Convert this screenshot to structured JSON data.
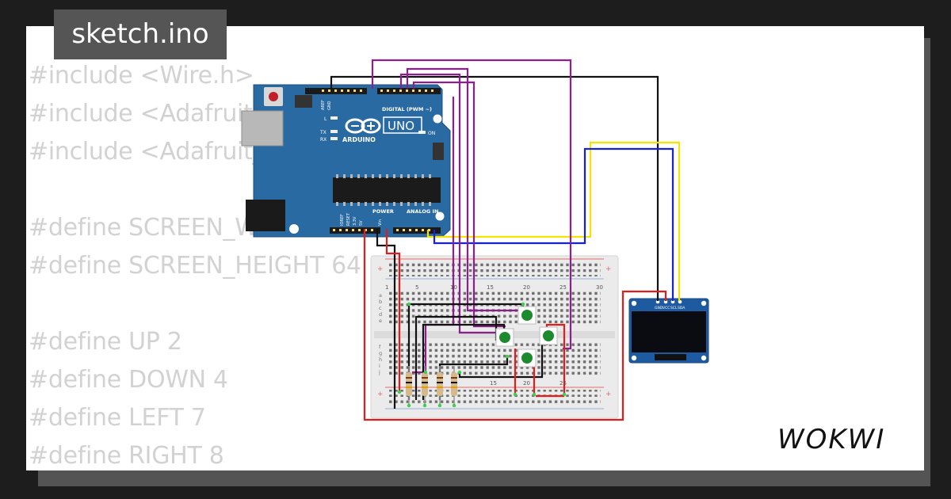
{
  "title": "sketch.ino",
  "code_lines": [
    "#include <Wire.h>",
    "#include <Adafruit_GFX.h>",
    "#include <Adafruit_SSD1306.h>",
    "",
    "#define SCREEN_WIDTH 128",
    "#define SCREEN_HEIGHT 64",
    "",
    "#define UP 2",
    "#define DOWN 4",
    "#define LEFT 7",
    "#define RIGHT 8"
  ],
  "arduino": {
    "logo_text": "ARDUINO",
    "model": "UNO",
    "digital_label": "DIGITAL (PWM ~)",
    "power_label": "POWER",
    "analog_label": "ANALOG IN",
    "tx_label": "TX",
    "rx_label": "RX",
    "l_label": "L",
    "on_label": "ON",
    "aref_label": "AREF",
    "gnd_label": "GND",
    "ioref_label": "IOREF",
    "reset_label": "RESET",
    "v33_label": "3.3V",
    "v5_label": "5V",
    "vin_label": "Vin"
  },
  "oled": {
    "pins": [
      "GND",
      "VCC",
      "SCL",
      "SDA"
    ]
  },
  "breadboard": {
    "column_numbers": [
      "1",
      "5",
      "10",
      "15",
      "20",
      "25",
      "30"
    ],
    "top_rows": [
      "a",
      "b",
      "c",
      "d",
      "e"
    ],
    "bottom_rows": [
      "f",
      "g",
      "h",
      "i",
      "j"
    ]
  },
  "brand": "WOKWI",
  "colors": {
    "board_blue": "#2a6aa3",
    "wire_purple": "#8b1f8b",
    "wire_red": "#e11c1c",
    "wire_black": "#111111",
    "wire_yellow": "#f5e400",
    "wire_blue": "#1522d8",
    "button_green": "#1e8a2e",
    "oled_blue": "#1e5aa0"
  }
}
